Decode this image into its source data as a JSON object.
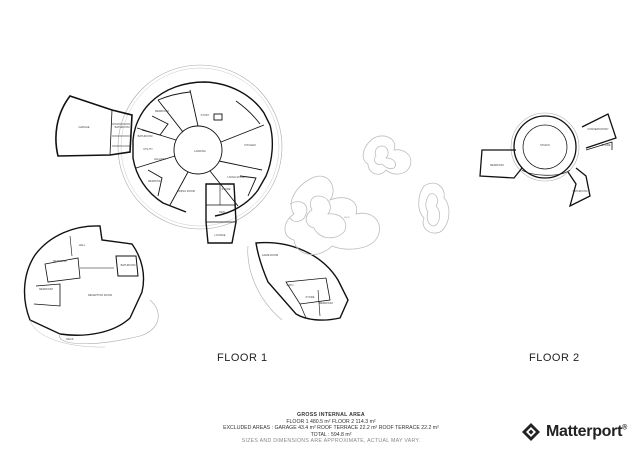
{
  "floors": [
    {
      "label": "FLOOR 1"
    },
    {
      "label": "FLOOR 2"
    }
  ],
  "rooms": {
    "f1_main": [
      "GARAGE",
      "BEDROOM",
      "BATHROOM",
      "STUDY",
      "UTILITY",
      "LANDING",
      "KITCHEN",
      "LIVING ROOM",
      "DINING ROOM",
      "BEDROOM",
      "BATHROOM",
      "HALLWAY",
      "STORE",
      "DEN",
      "LOUNGE"
    ],
    "f1_lower_left": [
      "BEDROOM",
      "BEDROOM",
      "BATHROOM",
      "RECEPTION ROOM",
      "HALL",
      "DECK"
    ],
    "f1_lower_right": [
      "GAME ROOM",
      "BATH",
      "STORE",
      "BEDROOM"
    ],
    "f2": [
      "STUDIO",
      "CONSERVATORY",
      "STORE",
      "BEDROOM",
      "BATHROOM"
    ]
  },
  "summary": {
    "title": "GROSS INTERNAL AREA",
    "floors_line": "FLOOR 1  480.5 m²    FLOOR 2  114.3 m²",
    "excluded": "EXCLUDED AREAS :  GARAGE 43.4 m²    ROOF TERRACE 22.2 m²    ROOF TERRACE 22.2 m²",
    "total": "TOTAL :  594.8 m²",
    "note": "SIZES AND DIMENSIONS ARE APPROXIMATE, ACTUAL MAY VARY."
  },
  "brand": {
    "name": "Matterport",
    "registered": "®",
    "logo_icon": "matterport-cube-icon"
  },
  "colors": {
    "wall": "#111111",
    "outline": "#9a9a9a",
    "text": "#222222"
  }
}
